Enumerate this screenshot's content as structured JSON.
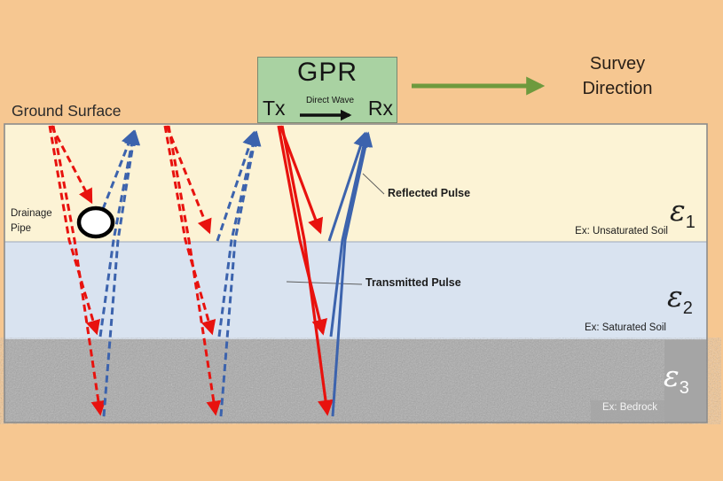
{
  "title": "GPR survey schematic",
  "colors": {
    "background": "#f6c791",
    "layer1": "#fcf3d5",
    "layer2": "#d9e3f0",
    "bedrock": "#a9a9a9",
    "bedrock_panel": "#a5a5a5",
    "gpr_fill": "#a9d2a2",
    "gpr_border": "#79886f",
    "red": "#e8120e",
    "blue": "#3c63ad",
    "green": "#6e9a3e",
    "frame": "#8c8c8c",
    "text": "#1f1f1f"
  },
  "gpr_unit": {
    "title": "GPR",
    "tx_label": "Tx",
    "rx_label": "Rx",
    "direct_wave_label": "Direct Wave"
  },
  "survey": {
    "line1": "Survey",
    "line2": "Direction"
  },
  "surface_label": "Ground Surface",
  "drainage_pipe": {
    "line1": "Drainage",
    "line2": "Pipe"
  },
  "pulse_labels": {
    "reflected": "Reflected Pulse",
    "transmitted": "Transmitted Pulse"
  },
  "layers": [
    {
      "symbol": "ε",
      "subscript": "1",
      "example": "Ex: Unsaturated Soil"
    },
    {
      "symbol": "ε",
      "subscript": "2",
      "example": "Ex: Saturated Soil"
    },
    {
      "symbol": "ε",
      "subscript": "3",
      "example": "Ex: Bedrock"
    }
  ]
}
